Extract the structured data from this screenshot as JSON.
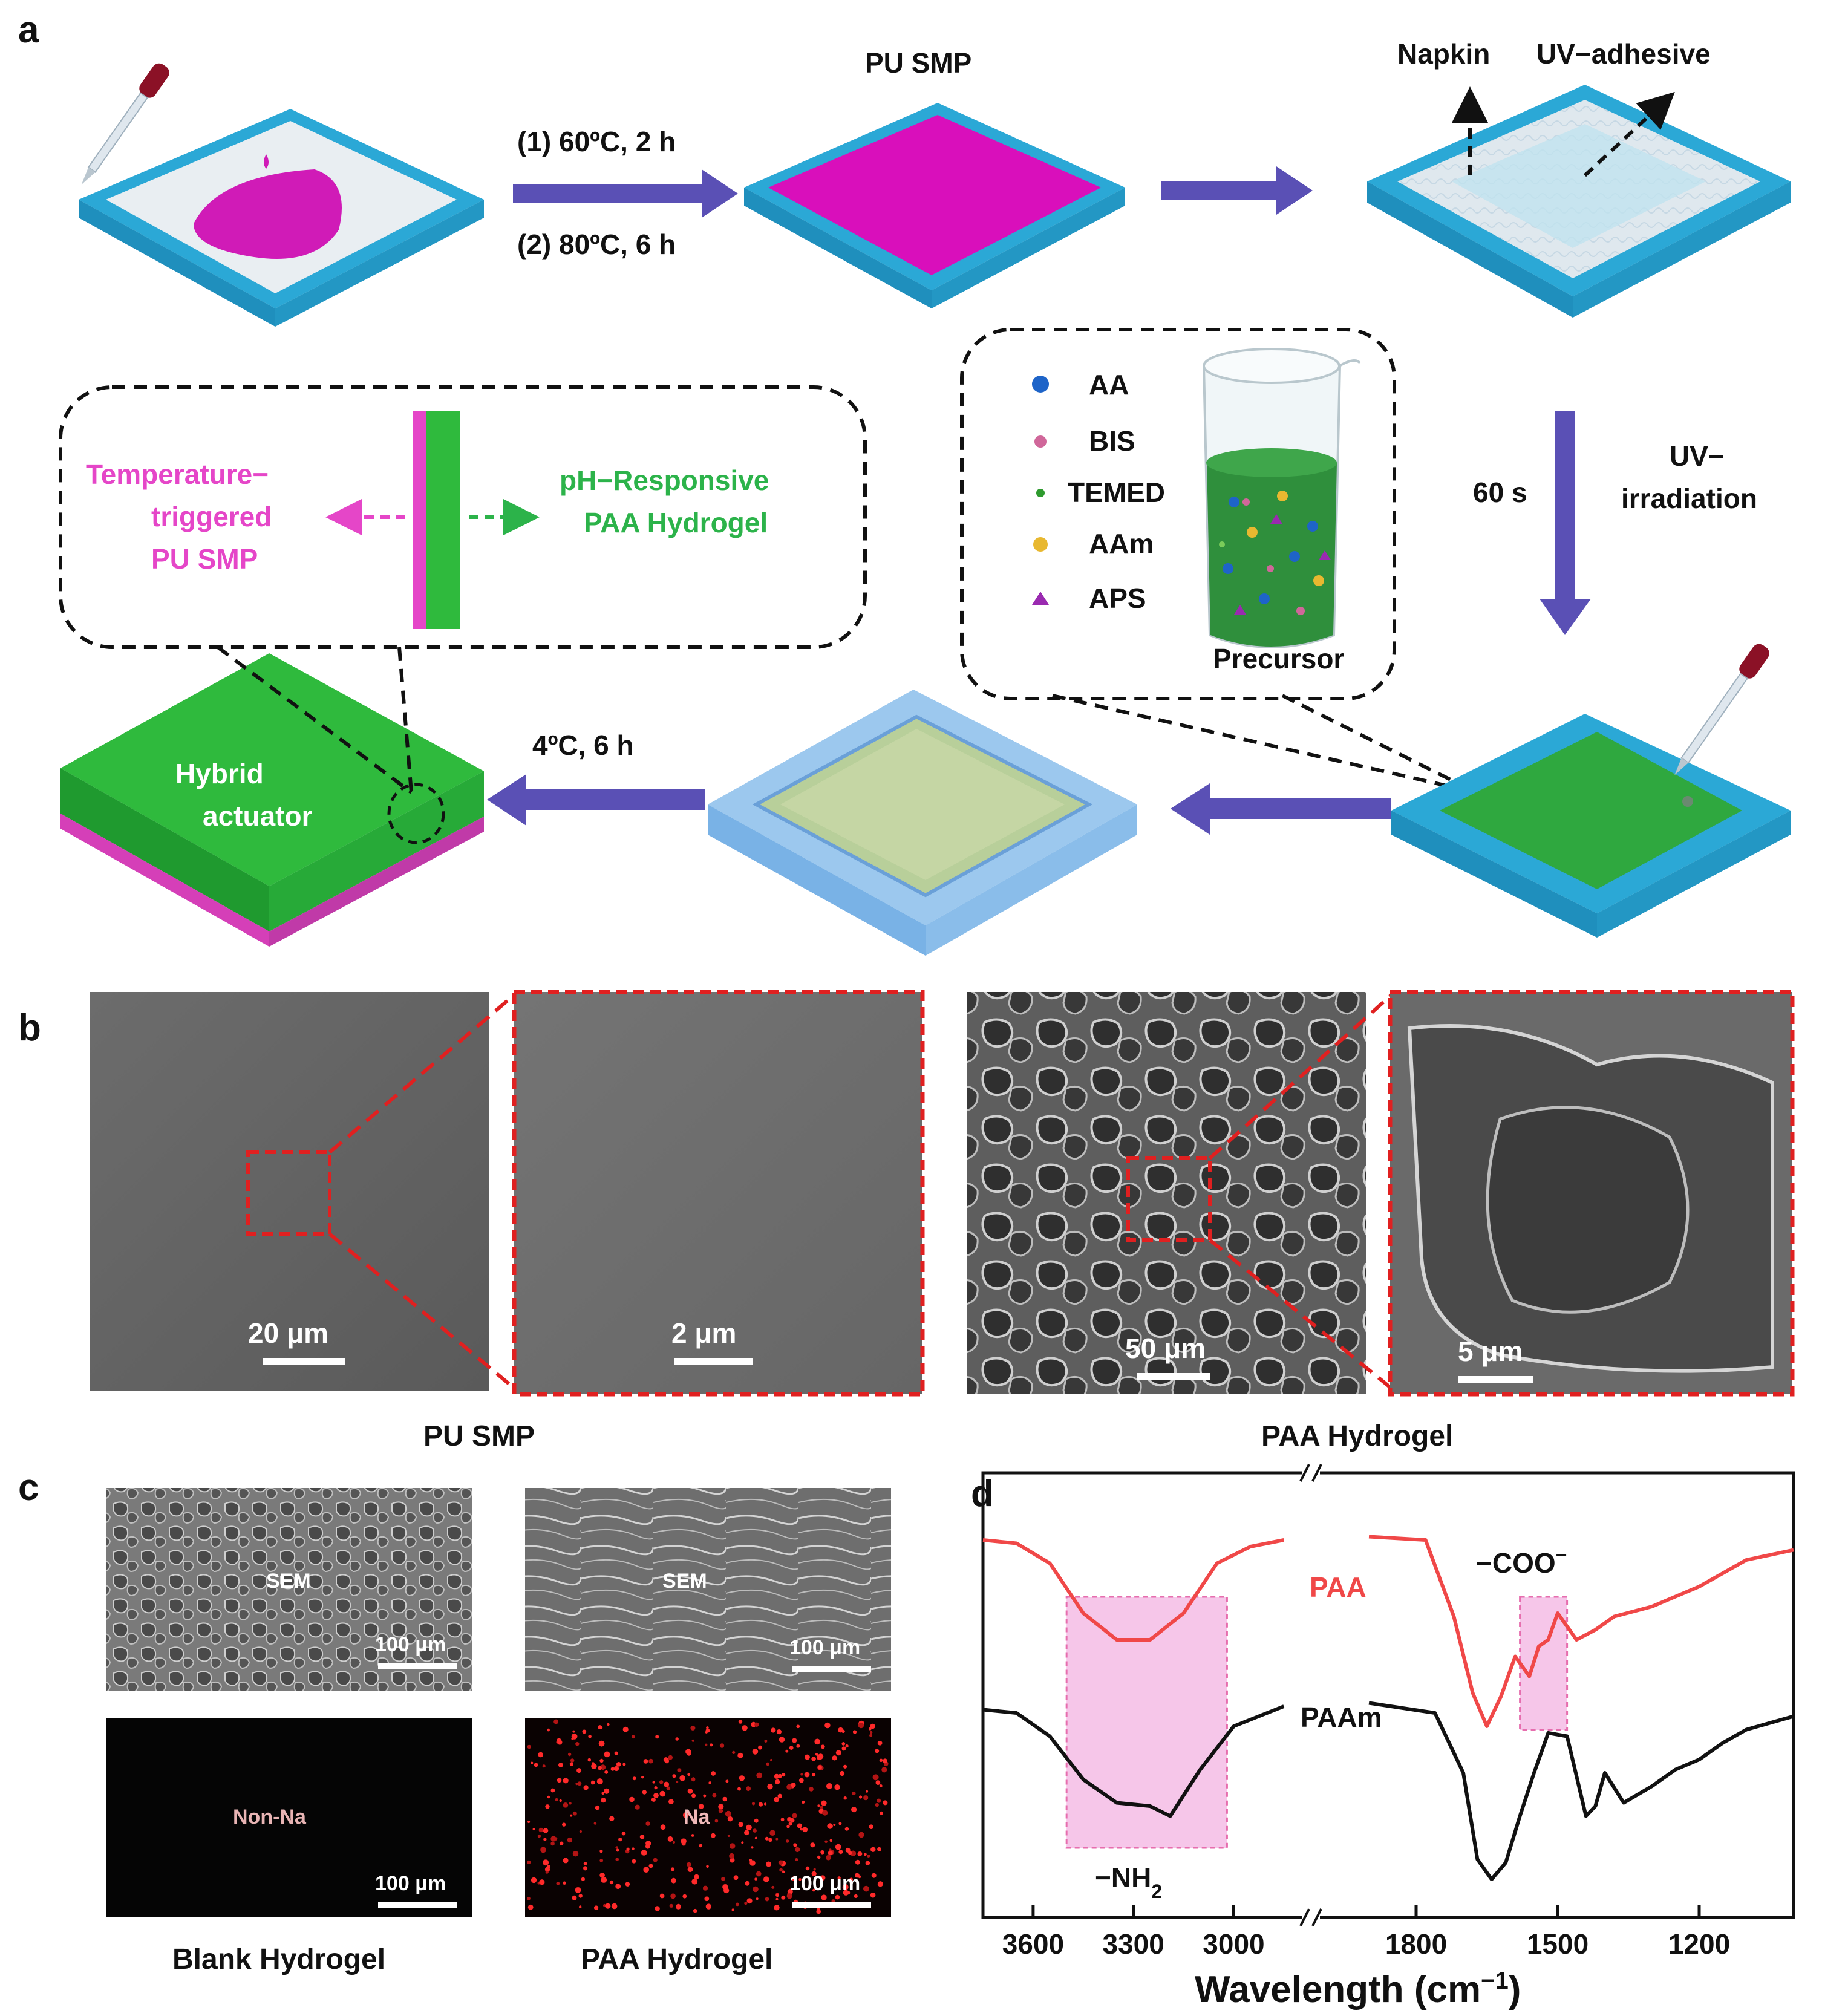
{
  "panel_labels": {
    "a": "a",
    "b": "b",
    "c": "c",
    "d": "d"
  },
  "panel_a": {
    "step1_line1": "(1) 60ºC, 2 h",
    "step1_line2": "(2) 80ºC, 6 h",
    "pu_smp_title": "PU SMP",
    "napkin_label": "Napkin",
    "uv_adhesive_label": "UV−adhesive",
    "uv_time": "60 s",
    "uv_line1": "UV−",
    "uv_line2": "irradiation",
    "precursor_items": [
      "AA",
      "BIS",
      "TEMED",
      "AAm",
      "APS"
    ],
    "precursor_label": "Precursor",
    "cure_step": "4ºC, 6 h",
    "hybrid_line1": "Hybrid",
    "hybrid_line2": "actuator",
    "temp_line1": "Temperature−",
    "temp_line2": "triggered",
    "temp_line3": "PU SMP",
    "ph_line1": "pH−Responsive",
    "ph_line2": "PAA Hydrogel",
    "colors": {
      "frame": "#42c4ee",
      "pu": "#d90fbb",
      "gel": "#2fba3d",
      "arrow": "#5a50b5",
      "precursor_dots": [
        "#1e64c8",
        "#d0679a",
        "#2e9a2e",
        "#e8b830",
        "#9a2ab0"
      ]
    }
  },
  "panel_b": {
    "scale_1": "20 μm",
    "scale_2": "2 μm",
    "scale_3": "50 μm",
    "scale_4": "5 μm",
    "caption_left": "PU SMP",
    "caption_right": "PAA Hydrogel"
  },
  "panel_c": {
    "sem_label": "SEM",
    "scale": "100 μm",
    "non_na": "Non-Na",
    "na": "Na",
    "caption_left": "Blank Hydrogel",
    "caption_right": "PAA Hydrogel"
  },
  "panel_d": {
    "paa_label": "PAA",
    "paam_label": "PAAm",
    "coo_label": "−COO",
    "coo_sup": "−",
    "nh_label": "−NH",
    "nh_sub": "2",
    "xlabel_main": "Wavelength (cm",
    "xlabel_sup": "−1",
    "xlabel_end": ")",
    "colors": {
      "PAA": "#f04848",
      "PAAm": "#111111",
      "highlight": "#f5b8e4"
    }
  },
  "chart_data": {
    "type": "line",
    "title": "",
    "xlabel": "Wavelength (cm−1)",
    "ylabel": "",
    "x_axis": "reversed, broken between 2800 and 2000",
    "x_ticks": [
      3600,
      3300,
      3000,
      1800,
      1500,
      1200
    ],
    "xlim": [
      3750,
      1000
    ],
    "y_ticks": false,
    "grid": false,
    "highlighted_bands": [
      {
        "label": "−NH2",
        "from": 3500,
        "to": 3020
      },
      {
        "label": "−COO−",
        "from": 1580,
        "to": 1480
      }
    ],
    "series": [
      {
        "name": "PAA",
        "color": "#f04848",
        "points": [
          [
            3750,
            0.88
          ],
          [
            3650,
            0.87
          ],
          [
            3550,
            0.81
          ],
          [
            3450,
            0.66
          ],
          [
            3350,
            0.58
          ],
          [
            3250,
            0.58
          ],
          [
            3150,
            0.66
          ],
          [
            3050,
            0.81
          ],
          [
            2950,
            0.86
          ],
          [
            2850,
            0.88
          ],
          [
            1900,
            0.89
          ],
          [
            1780,
            0.88
          ],
          [
            1720,
            0.65
          ],
          [
            1680,
            0.42
          ],
          [
            1650,
            0.32
          ],
          [
            1620,
            0.41
          ],
          [
            1590,
            0.53
          ],
          [
            1560,
            0.47
          ],
          [
            1540,
            0.56
          ],
          [
            1520,
            0.58
          ],
          [
            1500,
            0.66
          ],
          [
            1460,
            0.58
          ],
          [
            1420,
            0.61
          ],
          [
            1380,
            0.65
          ],
          [
            1300,
            0.68
          ],
          [
            1200,
            0.74
          ],
          [
            1100,
            0.82
          ],
          [
            1000,
            0.85
          ]
        ]
      },
      {
        "name": "PAAm",
        "color": "#111111",
        "points": [
          [
            3750,
            0.37
          ],
          [
            3650,
            0.36
          ],
          [
            3550,
            0.29
          ],
          [
            3450,
            0.16
          ],
          [
            3350,
            0.09
          ],
          [
            3250,
            0.08
          ],
          [
            3190,
            0.05
          ],
          [
            3100,
            0.19
          ],
          [
            3000,
            0.32
          ],
          [
            2850,
            0.38
          ],
          [
            1900,
            0.39
          ],
          [
            1760,
            0.36
          ],
          [
            1700,
            0.18
          ],
          [
            1670,
            -0.08
          ],
          [
            1640,
            -0.14
          ],
          [
            1610,
            -0.09
          ],
          [
            1580,
            0.05
          ],
          [
            1550,
            0.18
          ],
          [
            1520,
            0.3
          ],
          [
            1480,
            0.29
          ],
          [
            1440,
            0.05
          ],
          [
            1420,
            0.08
          ],
          [
            1400,
            0.18
          ],
          [
            1360,
            0.09
          ],
          [
            1300,
            0.14
          ],
          [
            1250,
            0.19
          ],
          [
            1200,
            0.22
          ],
          [
            1150,
            0.27
          ],
          [
            1100,
            0.31
          ],
          [
            1000,
            0.35
          ]
        ]
      }
    ]
  }
}
